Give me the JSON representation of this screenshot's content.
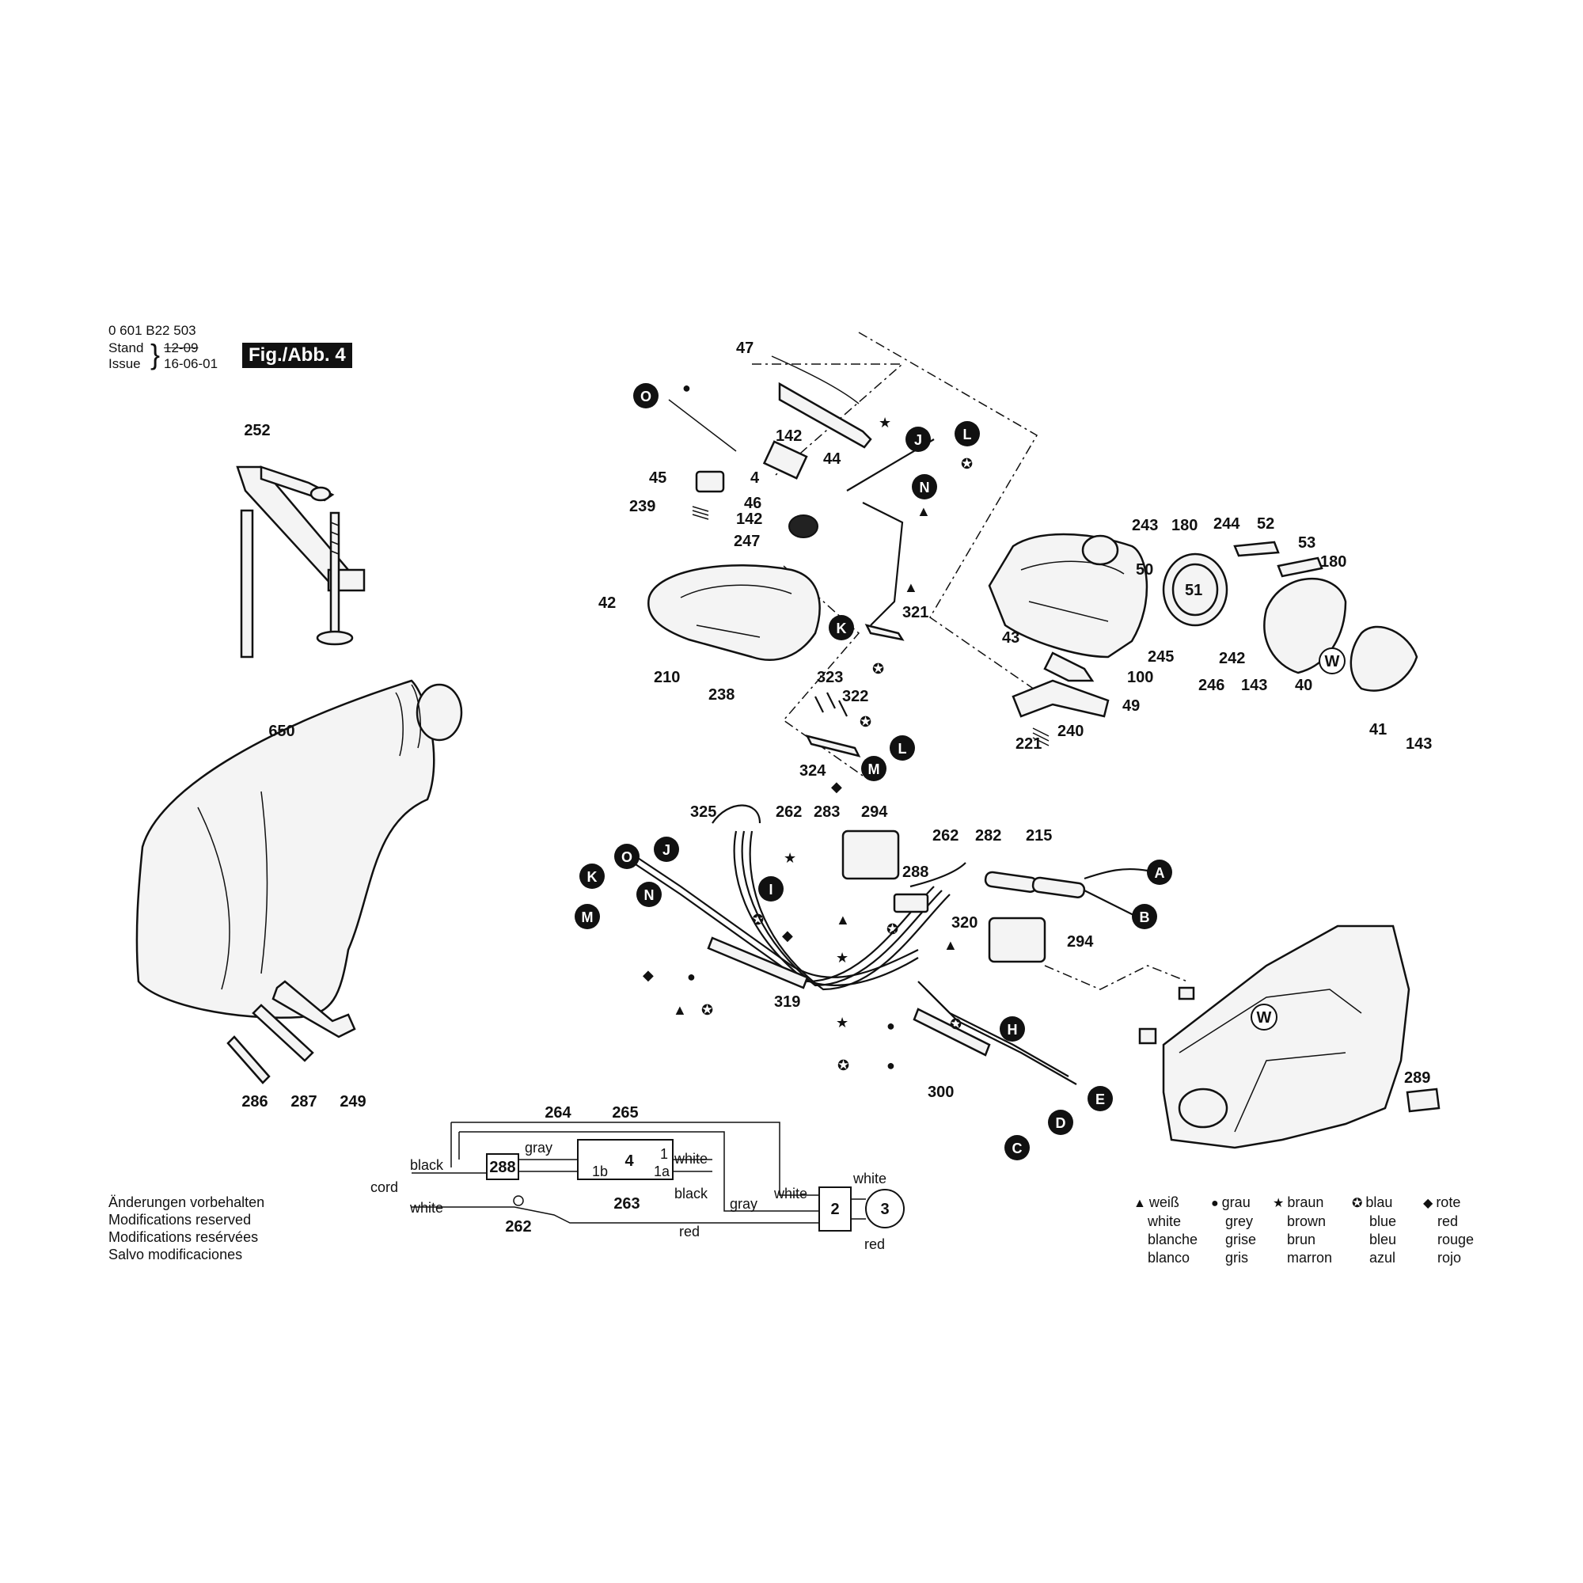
{
  "header": {
    "part_number": "0 601 B22 503",
    "stand_label": "Stand",
    "issue_label": "Issue",
    "stand_date": "12-09",
    "issue_date": "16-06-01",
    "figure": "Fig./Abb. 4"
  },
  "parts": {
    "p252": "252",
    "p650": "650",
    "p286": "286",
    "p287": "287",
    "p249": "249",
    "p47": "47",
    "p44": "44",
    "p142a": "142",
    "p142b": "142",
    "p4": "4",
    "p45": "45",
    "p239": "239",
    "p46": "46",
    "p247": "247",
    "p42": "42",
    "p210": "210",
    "p238": "238",
    "p321": "321",
    "p323": "323",
    "p322": "322",
    "p324": "324",
    "p243": "243",
    "p180a": "180",
    "p244": "244",
    "p52": "52",
    "p53": "53",
    "p180b": "180",
    "p50": "50",
    "p51": "51",
    "p43": "43",
    "p245": "245",
    "p242": "242",
    "p143a": "143",
    "p246": "246",
    "p40": "40",
    "p41": "41",
    "p143b": "143",
    "p100": "100",
    "p49": "49",
    "p221": "221",
    "p240": "240",
    "p325": "325",
    "p262a": "262",
    "p283": "283",
    "p294a": "294",
    "p262b": "262",
    "p282": "282",
    "p215": "215",
    "p288": "288",
    "p320": "320",
    "p294b": "294",
    "p319": "319",
    "p300": "300",
    "p289": "289"
  },
  "callouts": {
    "O": "O",
    "J": "J",
    "L": "L",
    "N": "N",
    "K": "K",
    "M": "M",
    "W": "W",
    "A": "A",
    "B": "B",
    "H": "H",
    "E": "E",
    "D": "D",
    "C": "C",
    "I": "I"
  },
  "wiring": {
    "p264": "264",
    "p265": "265",
    "p288": "288",
    "p4": "4",
    "p263": "263",
    "p262": "262",
    "p2": "2",
    "p3": "3",
    "t1b": "1b",
    "t1a": "1a",
    "t1": "1",
    "gray1": "gray",
    "gray2": "gray",
    "black1": "black",
    "black2": "black",
    "white1": "white",
    "white2": "white",
    "white3": "white",
    "white4": "white",
    "red1": "red",
    "red2": "red",
    "cord": "cord"
  },
  "notes": [
    "Änderungen vorbehalten",
    "Modifications reserved",
    "Modifications resérvées",
    "Salvo modificaciones"
  ],
  "legend": [
    {
      "symbol": "▲",
      "words": [
        "weiß",
        "white",
        "blanche",
        "blanco"
      ]
    },
    {
      "symbol": "●",
      "words": [
        "grau",
        "grey",
        "grise",
        "gris"
      ]
    },
    {
      "symbol": "★",
      "words": [
        "braun",
        "brown",
        "brun",
        "marron"
      ]
    },
    {
      "symbol": "✪",
      "words": [
        "blau",
        "blue",
        "bleu",
        "azul"
      ]
    },
    {
      "symbol": "◆",
      "words": [
        "rote",
        "red",
        "rouge",
        "rojo"
      ]
    }
  ]
}
